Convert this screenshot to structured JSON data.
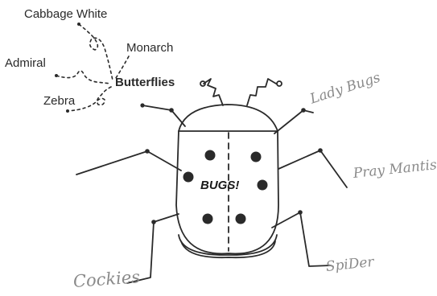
{
  "colors": {
    "ink": "#2a2a2a",
    "pencil": "#8a8a8a",
    "background": "#ffffff"
  },
  "center_label": "BUGS!",
  "butterflies": {
    "heading": "Butterflies",
    "types": [
      "Cabbage White",
      "Monarch",
      "Admiral",
      "Zebra"
    ]
  },
  "handwritten_labels": {
    "lady_bugs": "Lady Bugs",
    "pray_mantis": "Pray Mantis",
    "spider": "SpiDer",
    "cockies": "Cockies"
  }
}
